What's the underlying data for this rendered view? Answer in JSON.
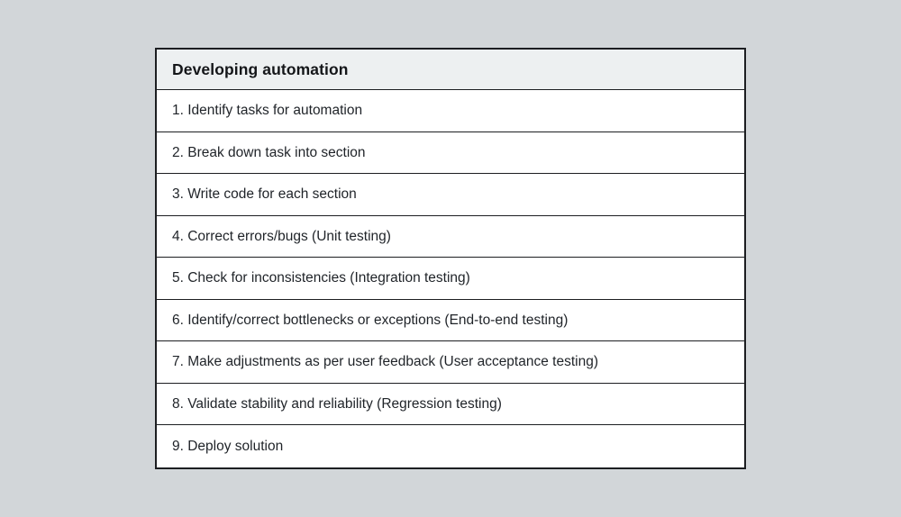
{
  "table": {
    "title": "Developing automation",
    "rows": [
      {
        "label": "1. Identify tasks for automation"
      },
      {
        "label": "2. Break down task into section"
      },
      {
        "label": "3. Write code for each section"
      },
      {
        "label": "4. Correct errors/bugs (Unit testing)"
      },
      {
        "label": "5. Check for inconsistencies (Integration testing)"
      },
      {
        "label": "6. Identify/correct bottlenecks or exceptions (End-to-end testing)"
      },
      {
        "label": "7. Make adjustments as per user feedback (User acceptance testing)"
      },
      {
        "label": "8. Validate stability and reliability (Regression testing)"
      },
      {
        "label": "9. Deploy solution"
      }
    ]
  },
  "colors": {
    "page_background": "#d2d6d9",
    "header_background": "#edf0f1",
    "row_background": "#ffffff",
    "border": "#1c1e21",
    "header_text": "#141619",
    "row_text": "#1f2328"
  }
}
